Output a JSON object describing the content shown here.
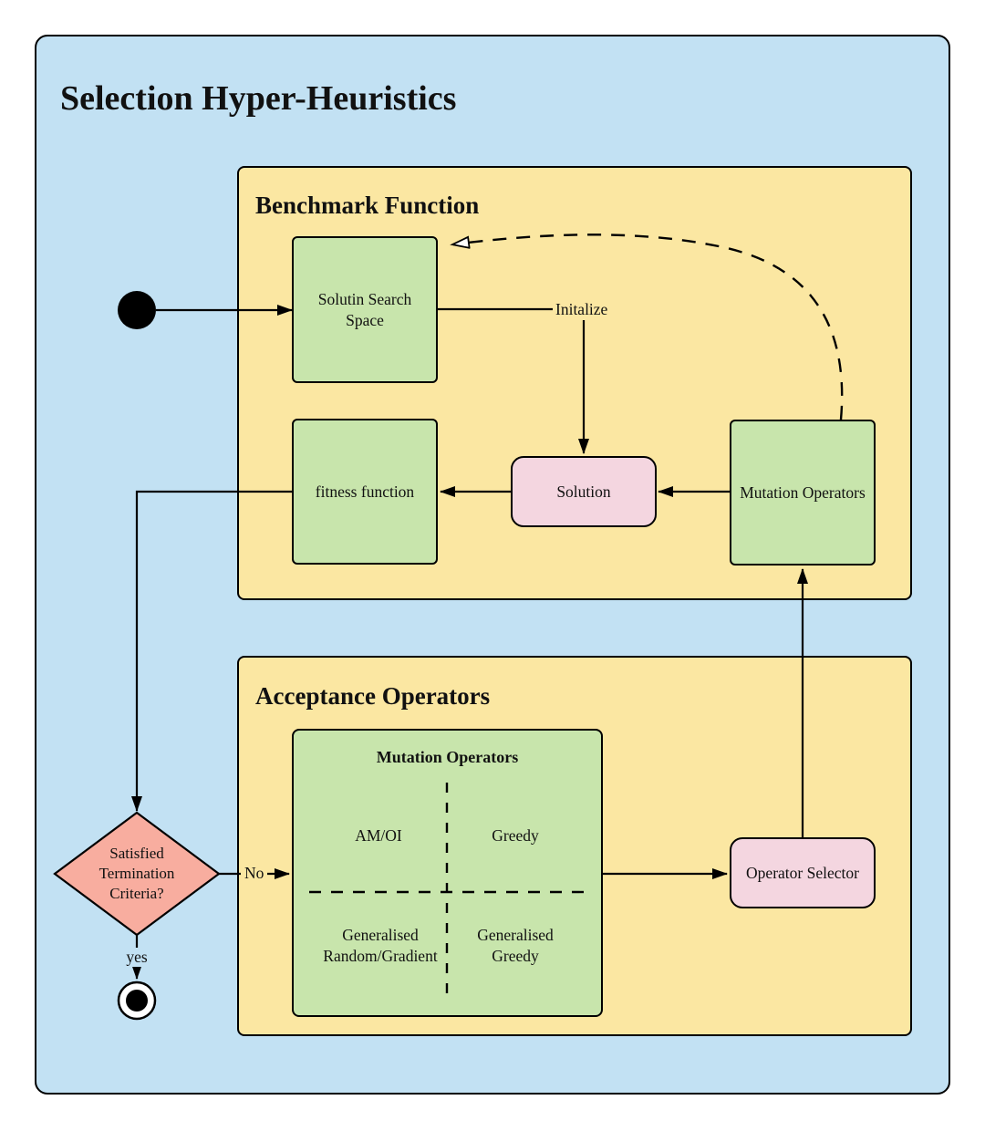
{
  "diagram": {
    "title": "Selection Hyper-Heuristics",
    "colors": {
      "frame_fill": "#c2e1f3",
      "panel_fill": "#fbe7a2",
      "node_fill": "#c8e5ac",
      "activity_fill": "#f4d6e0",
      "decision_fill": "#f8ad9f",
      "line": "#000000"
    },
    "benchmark": {
      "title": "Benchmark Function",
      "solution_search_space": {
        "line1": "Solutin Search",
        "line2": "Space"
      },
      "fitness_function": "fitness function",
      "solution": "Solution",
      "mutation_operators": "Mutation Operators"
    },
    "acceptance": {
      "title": "Acceptance Operators",
      "operators_box": {
        "title": "Mutation Operators",
        "top_left": "AM/OI",
        "top_right": "Greedy",
        "bottom_left": {
          "line1": "Generalised",
          "line2": "Random/Gradient"
        },
        "bottom_right": {
          "line1": "Generalised",
          "line2": "Greedy"
        }
      },
      "operator_selector": "Operator Selector"
    },
    "decision": {
      "line1": "Satisfied",
      "line2": "Termination",
      "line3": "Criteria?"
    },
    "edge_labels": {
      "initialize": "Initalize",
      "no": "No",
      "yes": "yes"
    }
  }
}
